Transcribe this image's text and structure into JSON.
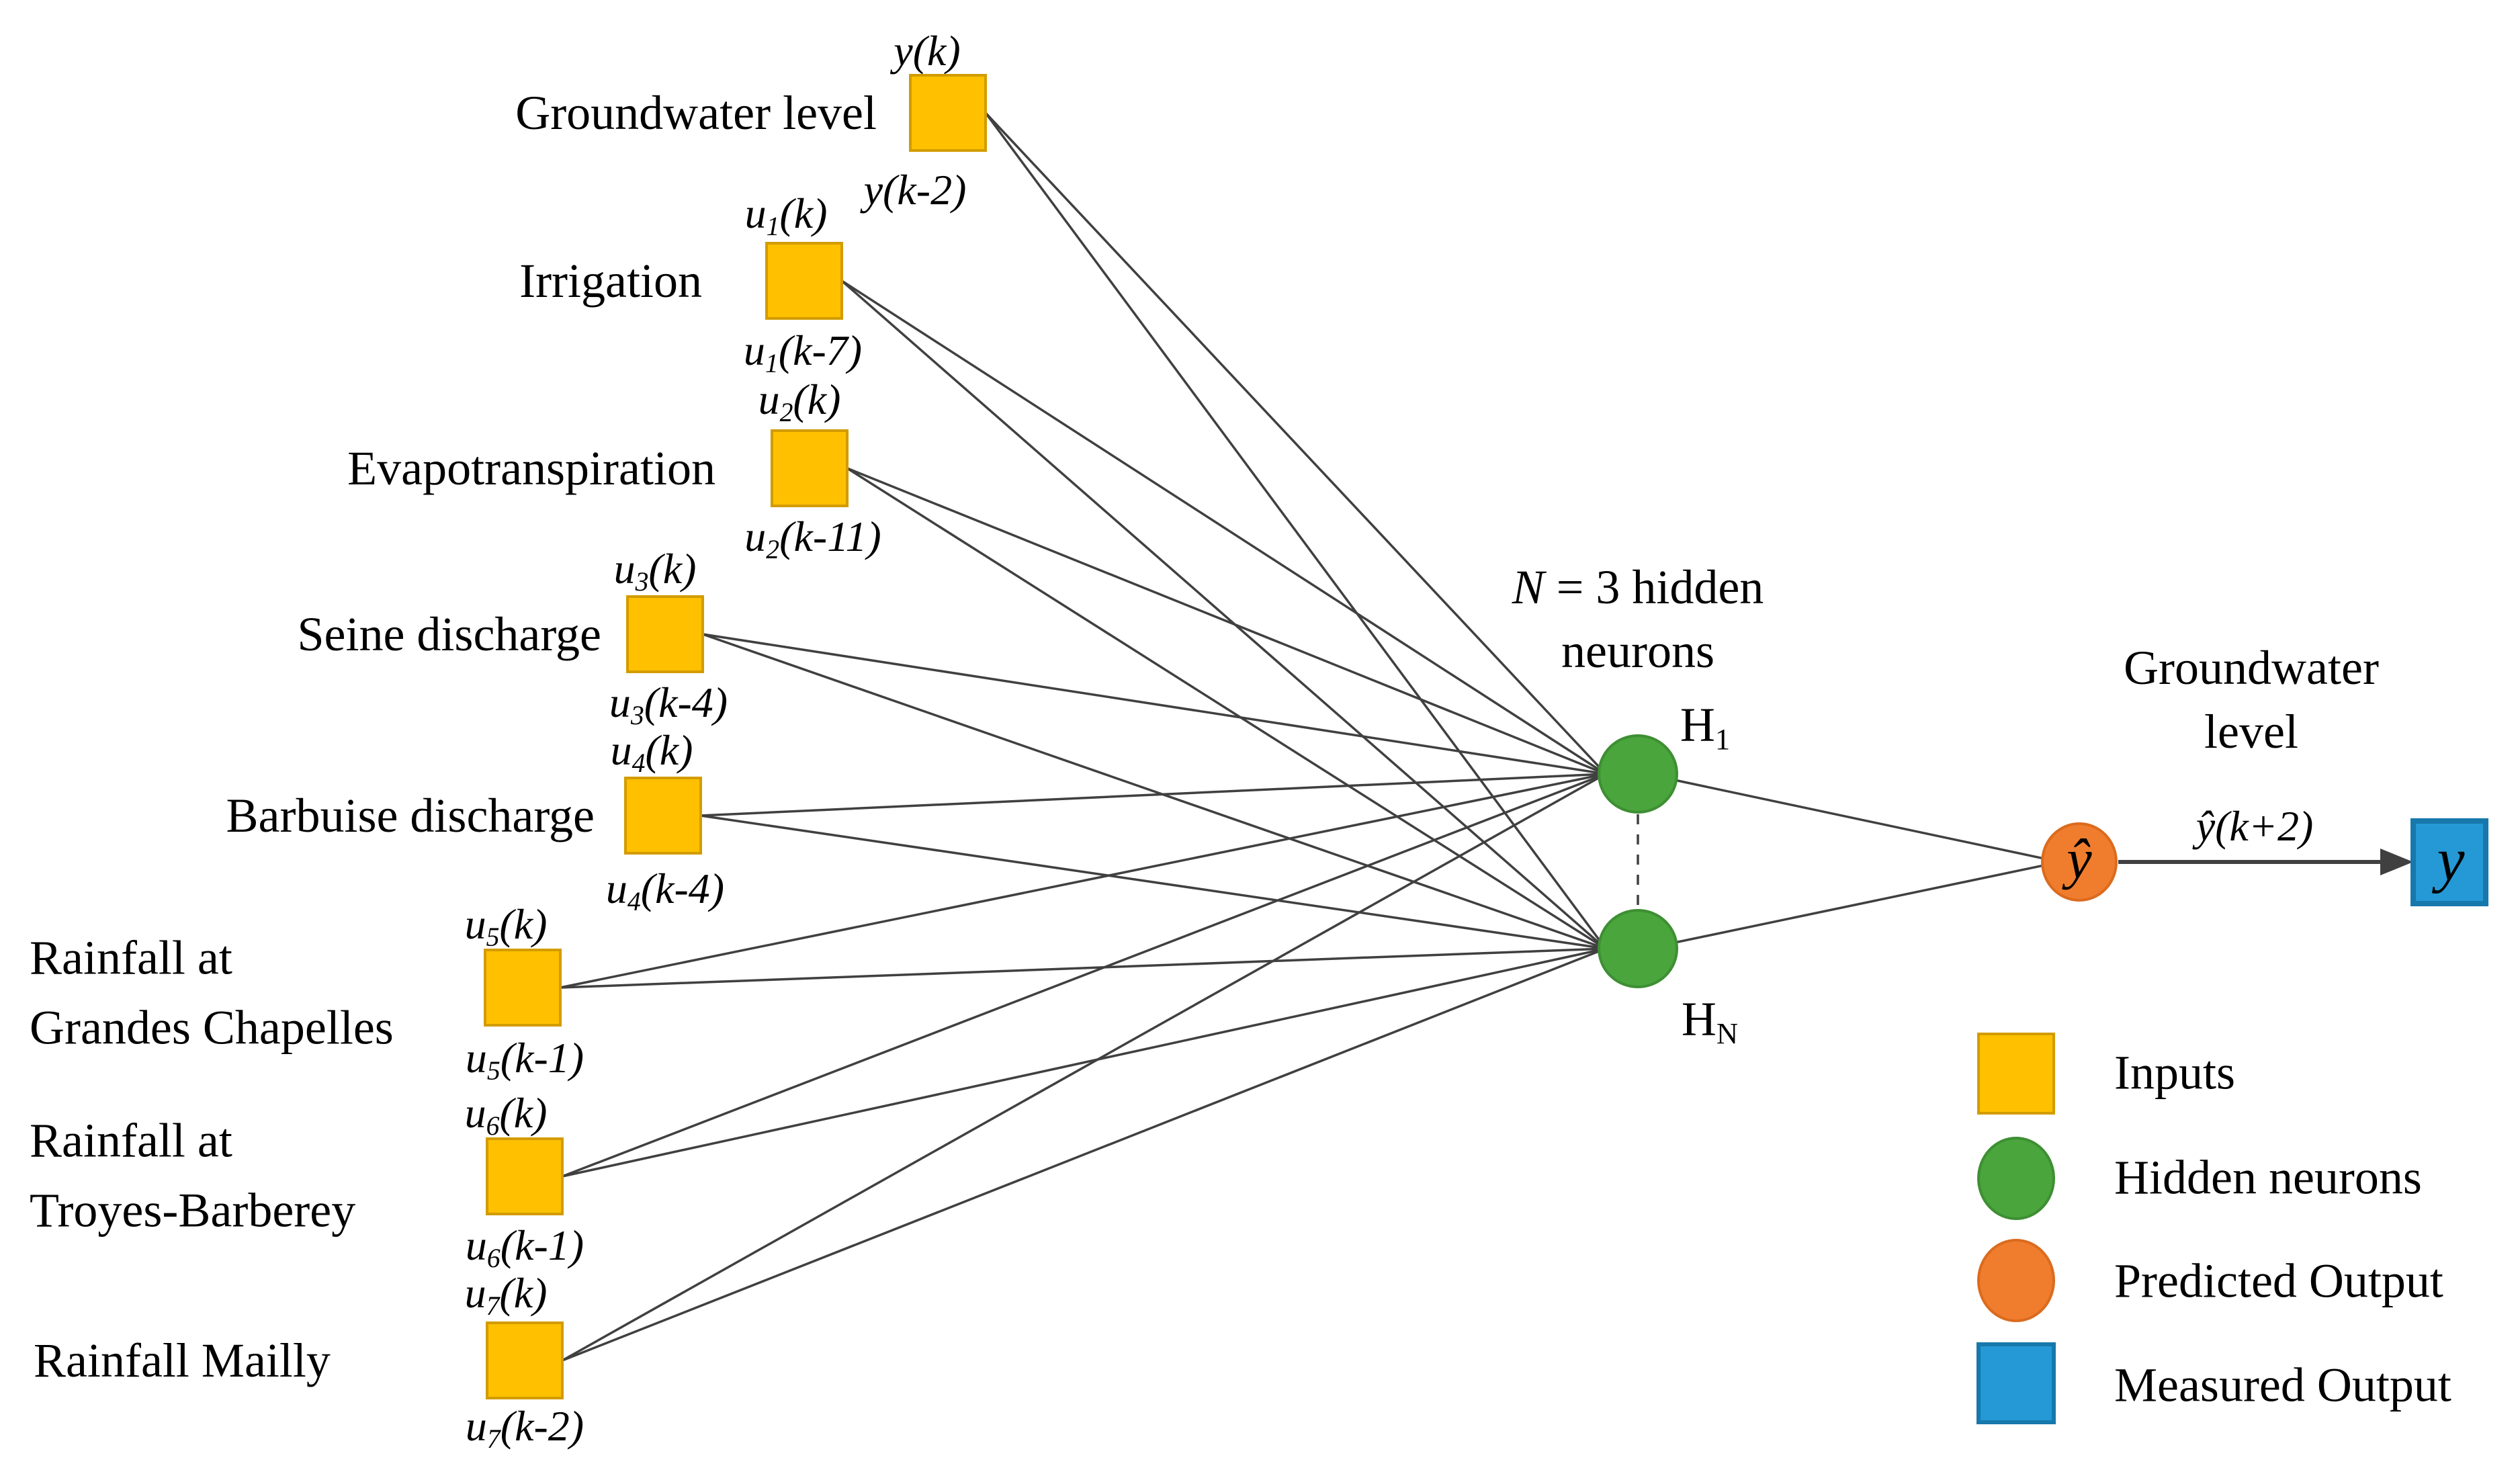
{
  "network": {
    "inputs": [
      {
        "label": "Groundwater level",
        "tag_top": {
          "pre": "y",
          "sub": "",
          "post": "(k)"
        },
        "tag_bottom": {
          "pre": "y",
          "sub": "",
          "post": "(k-2)"
        }
      },
      {
        "label": "Irrigation",
        "tag_top": {
          "pre": "u",
          "sub": "1",
          "post": "(k)"
        },
        "tag_bottom": {
          "pre": "u",
          "sub": "1",
          "post": "(k-7)"
        }
      },
      {
        "label": "Evapotranspiration",
        "tag_top": {
          "pre": "u",
          "sub": "2",
          "post": "(k)"
        },
        "tag_bottom": {
          "pre": "u",
          "sub": "2",
          "post": "(k-11)"
        }
      },
      {
        "label": "Seine discharge",
        "tag_top": {
          "pre": "u",
          "sub": "3",
          "post": "(k)"
        },
        "tag_bottom": {
          "pre": "u",
          "sub": "3",
          "post": "(k-4)"
        }
      },
      {
        "label": "Barbuise discharge",
        "tag_top": {
          "pre": "u",
          "sub": "4",
          "post": "(k)"
        },
        "tag_bottom": {
          "pre": "u",
          "sub": "4",
          "post": "(k-4)"
        }
      },
      {
        "label": "Rainfall at\nGrandes Chapelles",
        "tag_top": {
          "pre": "u",
          "sub": "5",
          "post": "(k)"
        },
        "tag_bottom": {
          "pre": "u",
          "sub": "5",
          "post": "(k-1)"
        }
      },
      {
        "label": "Rainfall at\nTroyes-Barberey",
        "tag_top": {
          "pre": "u",
          "sub": "6",
          "post": "(k)"
        },
        "tag_bottom": {
          "pre": "u",
          "sub": "6",
          "post": "(k-1)"
        }
      },
      {
        "label": "Rainfall Mailly",
        "tag_top": {
          "pre": "u",
          "sub": "7",
          "post": "(k)"
        },
        "tag_bottom": {
          "pre": "u",
          "sub": "7",
          "post": "(k-2)"
        }
      }
    ],
    "hidden": {
      "title_n": "N",
      "title_rest": " = 3 hidden",
      "title_line2": "neurons",
      "nodes": [
        {
          "base": "H",
          "sub": "1"
        },
        {
          "base": "H",
          "sub": "N"
        }
      ]
    },
    "output": {
      "title_line1": "Groundwater",
      "title_line2": "level",
      "arrow_label": "ŷ(k+2)",
      "predicted_symbol": "ŷ",
      "measured_symbol": "y"
    },
    "legend": {
      "items": [
        {
          "label": "Inputs"
        },
        {
          "label": "Hidden neurons"
        },
        {
          "label": "Predicted Output"
        },
        {
          "label": "Measured Output"
        }
      ]
    },
    "colors": {
      "input_fill": "#FFC000",
      "input_border": "#D29C00",
      "hidden_fill": "#4AA53C",
      "hidden_border": "#3E8F33",
      "predicted_fill": "#F07D2D",
      "predicted_border": "#DB6B1E",
      "measured_fill": "#2499D6",
      "measured_border": "#1778AC",
      "line": "#404040"
    }
  }
}
